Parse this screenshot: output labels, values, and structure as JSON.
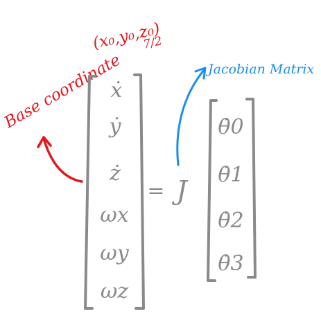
{
  "annotations": {
    "base_label": "Base coordinate",
    "base_coords": "(x₀,y₀,z₀)",
    "z_note": "7/2",
    "jacobian_label": "Jacobian Matrix"
  },
  "left_vector": [
    "ẋ",
    "ẏ",
    "ż",
    "ωx",
    "ωy",
    "ωz"
  ],
  "equals": "=",
  "jacobian_symbol": "J",
  "right_vector": [
    "θ̇0",
    "θ̇1",
    "θ̇2",
    "θ̇3"
  ],
  "colors": {
    "math": "#8a8a8a",
    "base_annotation": "#e8141c",
    "jacobian_annotation": "#1a8ef2"
  }
}
